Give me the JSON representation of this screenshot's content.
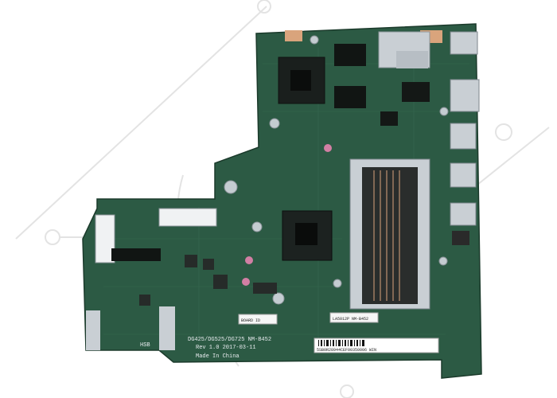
{
  "photo": {
    "subject": "laptop motherboard",
    "board_color": "#2c5a44",
    "board_color_dark": "#1f4433",
    "metal_color": "#c9cfd4",
    "copper_color": "#d9a47c"
  },
  "silkscreen": {
    "model_line": "DG425/DG525/DG725 NM-B452",
    "rev_line": "Rev 1.0 2017-03-11",
    "origin_line": "Made In China",
    "hsb_label": "HSB"
  },
  "stickers": {
    "serial_barcode_text": "5SB0R28944CEF00350006  WIN",
    "small_label_text": "LA5012P NM-B452",
    "ram_label_text": "BOARD ID"
  },
  "watermark": {
    "color": "#e3e3e3"
  }
}
